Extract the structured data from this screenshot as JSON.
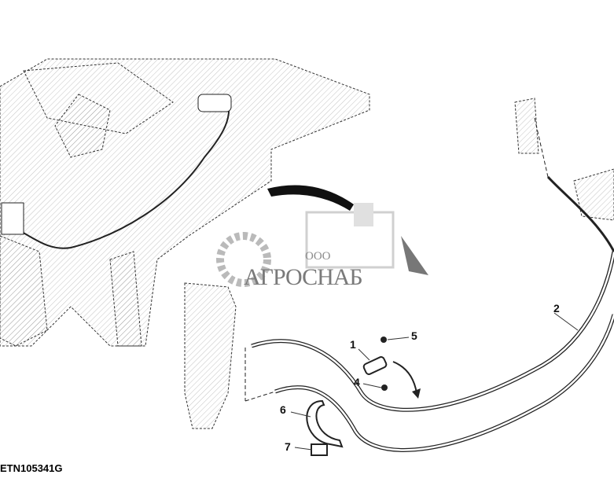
{
  "figure_id": "ETN105341G",
  "callouts": [
    "1",
    "2",
    "4",
    "5",
    "6",
    "7"
  ],
  "watermark": {
    "prefix": "ООО",
    "name": "АГРОСНАБ"
  },
  "colors": {
    "line": "#222222",
    "hatch": "#555555",
    "watermark": "#8a8a8a"
  }
}
